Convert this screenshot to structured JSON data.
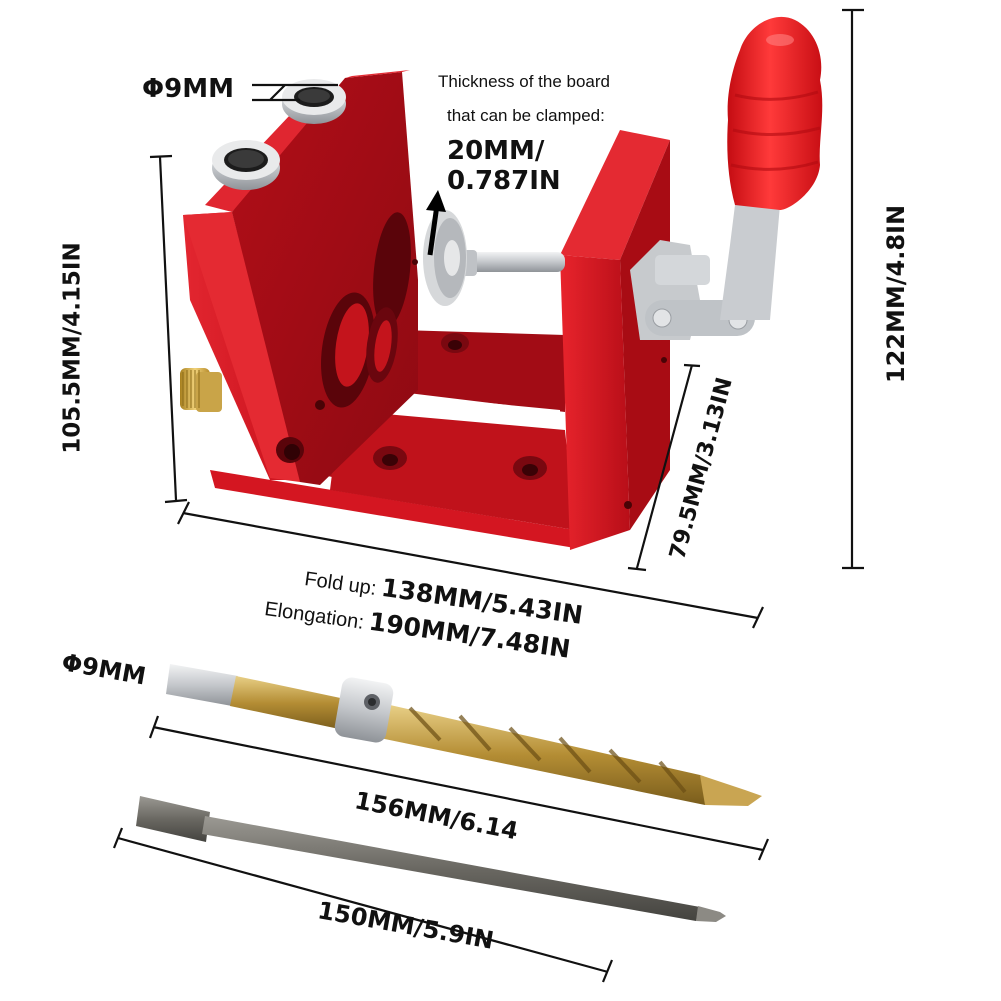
{
  "diagram": {
    "subject": "Pocket hole jig kit with dimensions",
    "colors": {
      "jig_red": "#d8141e",
      "jig_red_dark": "#a80c14",
      "jig_red_light": "#e8262c",
      "handle_red": "#e8151a",
      "steel": "#c9ccd0",
      "brass": "#d9b24a",
      "drill_gold": "#c8a044",
      "bit_gray": "#6e6c66",
      "line": "#111111"
    },
    "labels": {
      "guide_hole_diameter": "Φ9MM",
      "clamp_caption_line1": "Thickness of the board",
      "clamp_caption_line2": "that can be clamped:",
      "clamp_thickness_mm": "20MM/",
      "clamp_thickness_in": "0.787IN",
      "jig_height": "105.5MM/4.15IN",
      "jig_depth": "79.5MM/3.13IN",
      "total_height": "122MM/4.8IN",
      "fold_up_label": "Fold up:",
      "fold_up_value": "138MM/5.43IN",
      "elongation_label": "Elongation:",
      "elongation_value": "190MM/7.48IN",
      "drill_diameter": "Φ9MM",
      "drill_length": "156MM/6.14",
      "driver_bit_length": "150MM/5.9IN"
    },
    "components": [
      {
        "name": "pocket-hole-jig",
        "material": "red aluminum"
      },
      {
        "name": "toggle-clamp",
        "handle": "red rubber grip"
      },
      {
        "name": "step-drill-bit",
        "collar": "stop collar",
        "coating": "titanium gold"
      },
      {
        "name": "square-driver-bit",
        "tip": "phillips"
      }
    ]
  }
}
